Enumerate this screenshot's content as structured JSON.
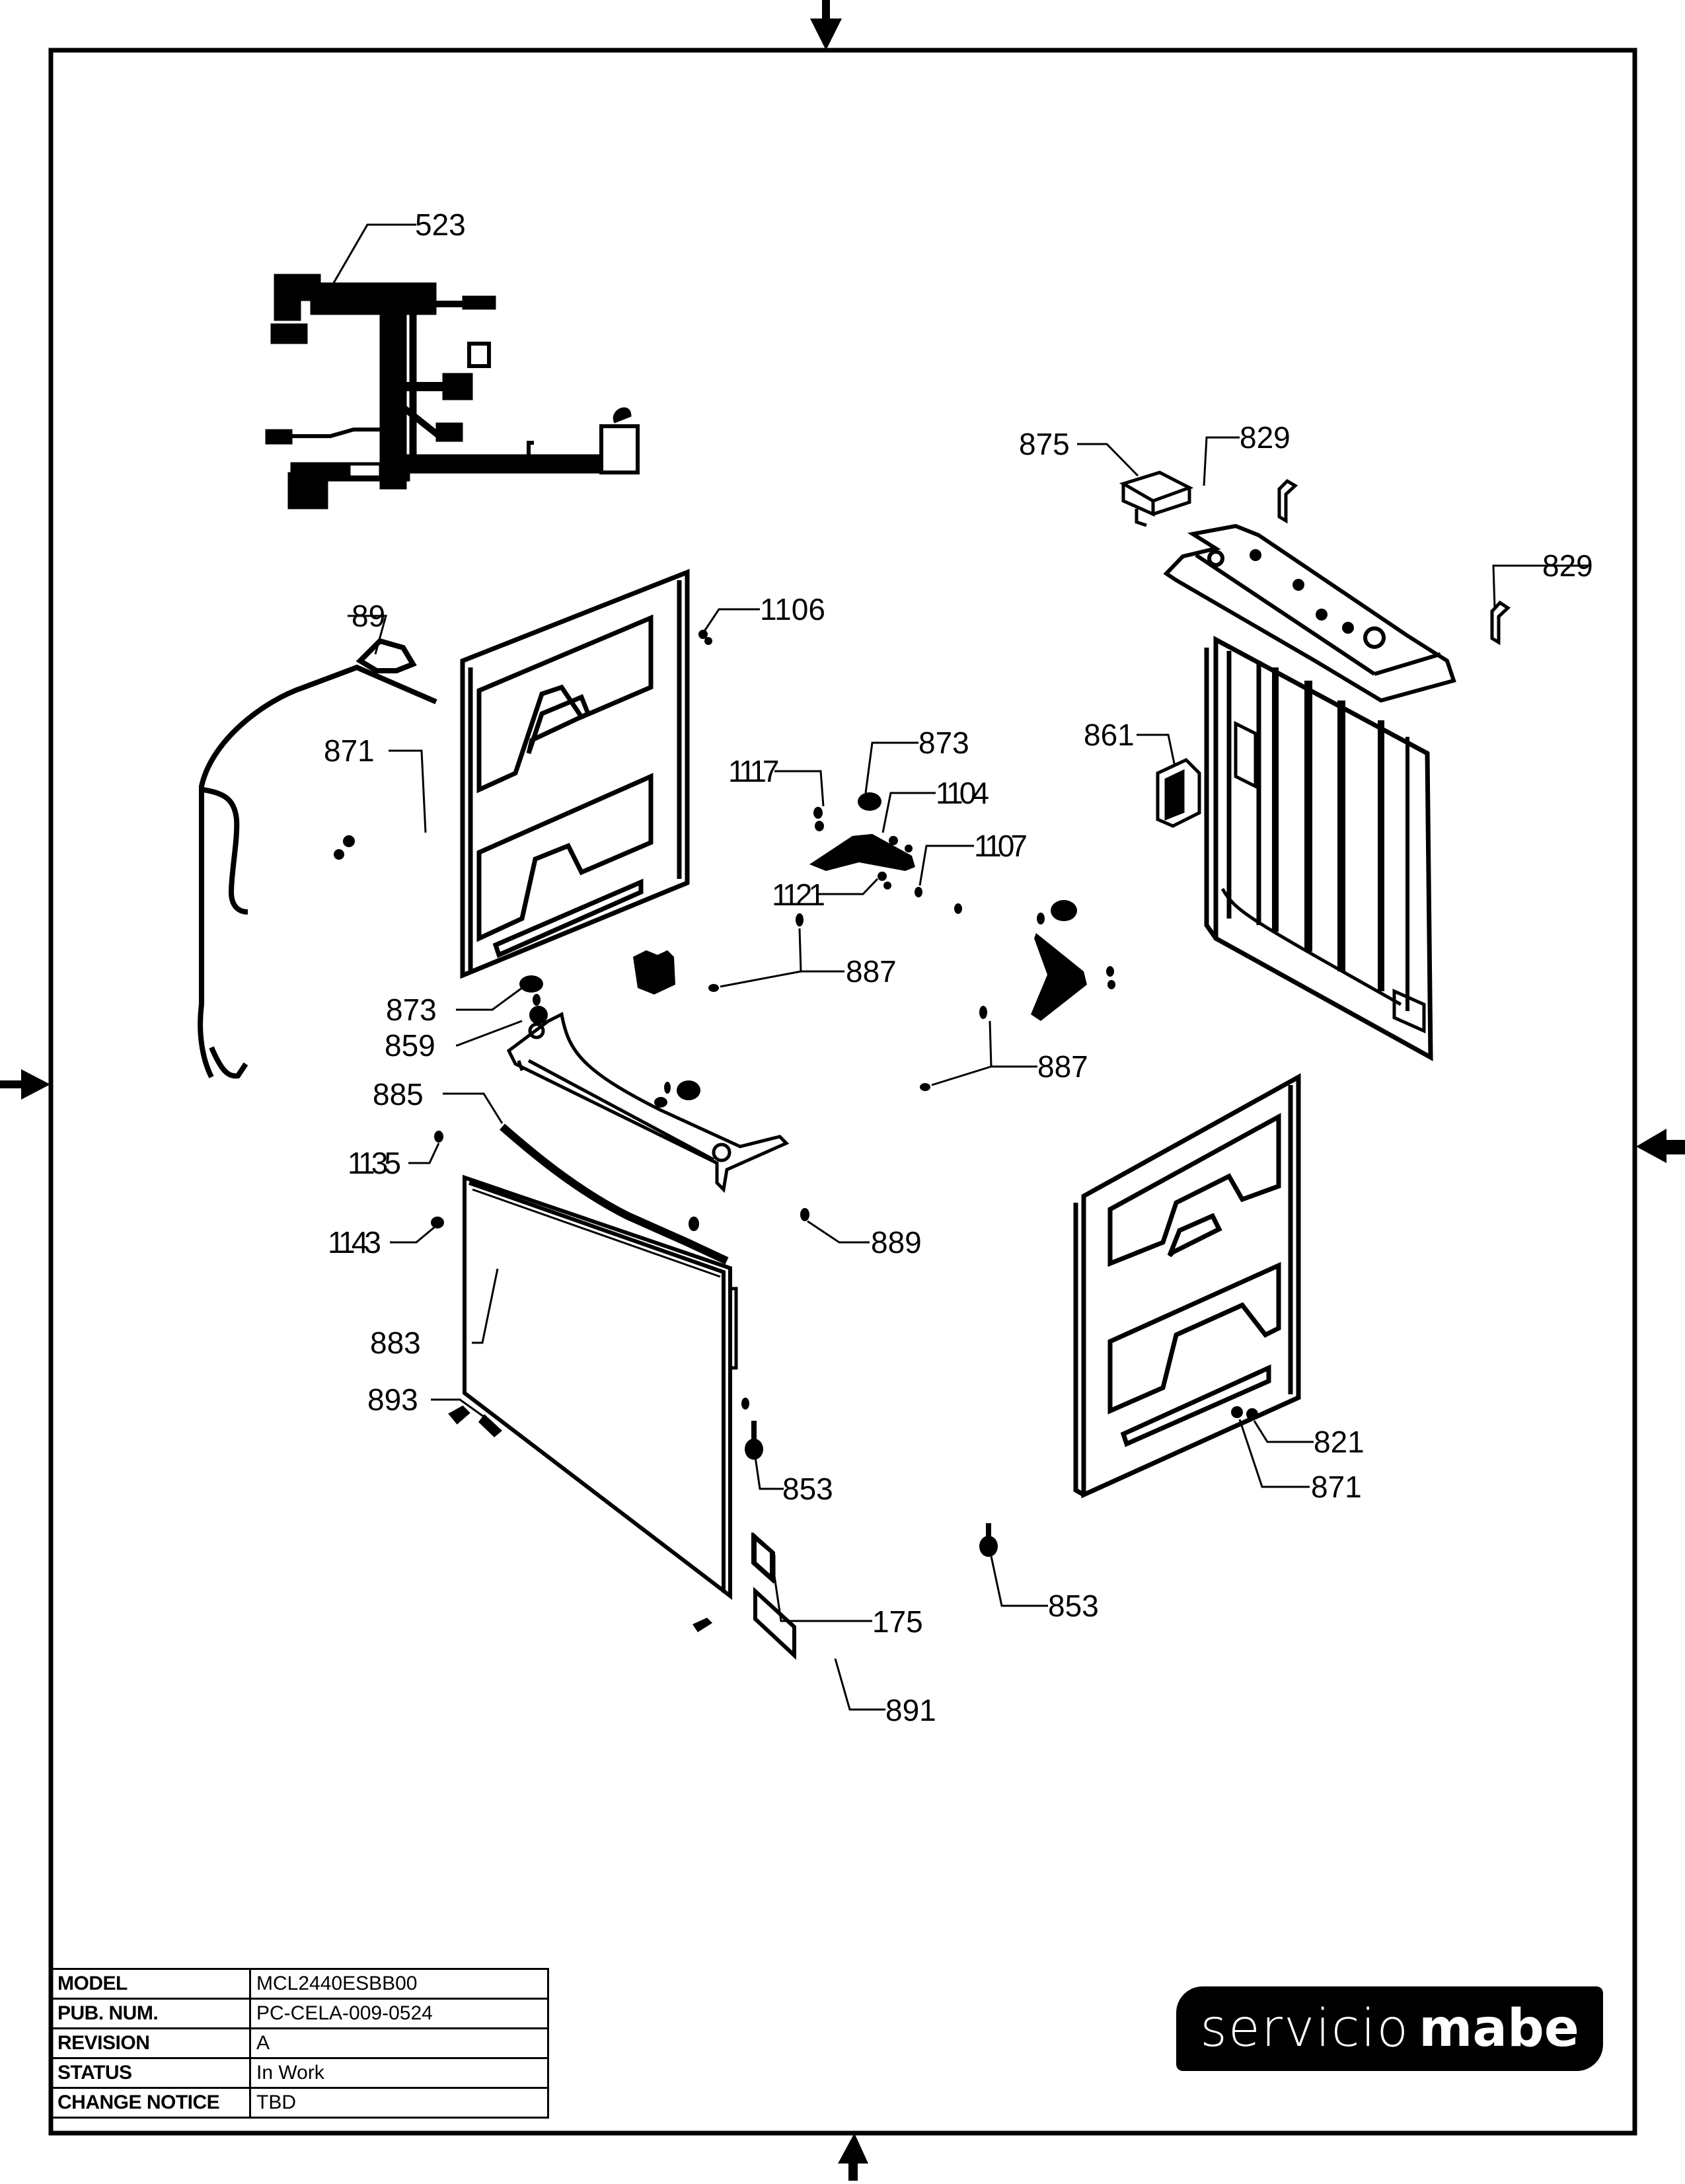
{
  "title_block": {
    "rows": [
      {
        "key": "MODEL",
        "value": "MCL2440ESBB00"
      },
      {
        "key": "PUB. NUM.",
        "value": "PC-CELA-009-0524"
      },
      {
        "key": "REVISION",
        "value": "A"
      },
      {
        "key": "STATUS",
        "value": "In Work"
      },
      {
        "key": "CHANGE NOTICE",
        "value": "TBD"
      }
    ]
  },
  "logo": {
    "word1": "servicio",
    "word2": "mabe"
  },
  "callouts": {
    "wire_harness": "523",
    "bracket_875": "875",
    "clip_829_a": "829",
    "clip_829_b": "829",
    "hose_89": "89",
    "screw_1106": "1106",
    "foot_873_top": "873",
    "part_1117": "1117",
    "part_1104": "1104",
    "part_1107": "1107",
    "part_1121": "1121",
    "part_871_left": "871",
    "part_861": "861",
    "screw_887_a": "887",
    "screw_887_b": "887",
    "foot_873_left": "873",
    "part_859": "859",
    "seal_885": "885",
    "part_1135": "1135",
    "part_1143": "1143",
    "part_889": "889",
    "front_panel_883": "883",
    "part_893": "893",
    "leveler_853_a": "853",
    "leveler_853_b": "853",
    "label_175": "175",
    "label_891": "891",
    "part_821": "821",
    "part_871_right": "871"
  },
  "icons": {
    "registration_arrows": [
      "arrow-down-top",
      "arrow-right-left",
      "arrow-left-right",
      "arrow-up-bottom"
    ]
  }
}
